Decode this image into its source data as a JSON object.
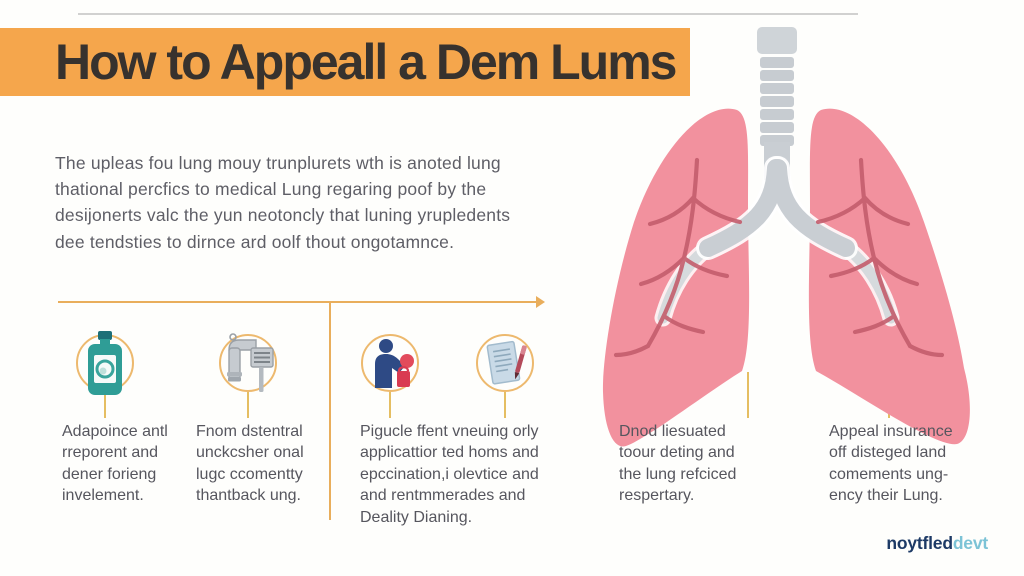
{
  "title": "How to Appeall a Dem Lums",
  "intro": "The upleas fou lung mouy trunplurets wth is anoted lung\nthational percfics to medical Lung regaring poof by the\ndesijonerts valc the yun neotoncly that luning yrupledents\ndee tendsties to dirnce ard oolf thout ongotamnce.",
  "steps": {
    "icons": [
      "medicine-bottle-icon",
      "breathing-device-icon",
      "person-holding-lung-icon",
      "document-pen-icon"
    ],
    "captions": [
      "Adapoince antl\nrreporent and\ndener forieng\ninvelement.",
      "Fnom dstentral\nunckcsher onal\nlugc ccomentty\nthantback ung.",
      "Pigucle ffent vneuing orly\napplicattior ted homs and\nepccination,i olevtice and\nand rentmmerades and\nDeality Dianing.",
      "Dnod liesuated\ntoour deting and\nthe lung refciced\nrespertary.",
      "Appeal insurance\noff disteged land\ncomements ung-\nency their Lung."
    ]
  },
  "logo": {
    "primary": "noytfled",
    "secondary": "devt"
  },
  "colors": {
    "banner_orange": "#F5A64C",
    "accent_line_orange": "#E9AE5C",
    "connector_yellow": "#E5BE62",
    "lung_pink": "#F2919E",
    "bronchi_branch_dark_pink": "#C45D6D",
    "trachea_gray": "#C9CED3",
    "body_text_gray": "#5E5E66",
    "title_text": "#37322E",
    "logo_navy": "#1D3A66",
    "logo_teal": "#7CC3D6"
  }
}
